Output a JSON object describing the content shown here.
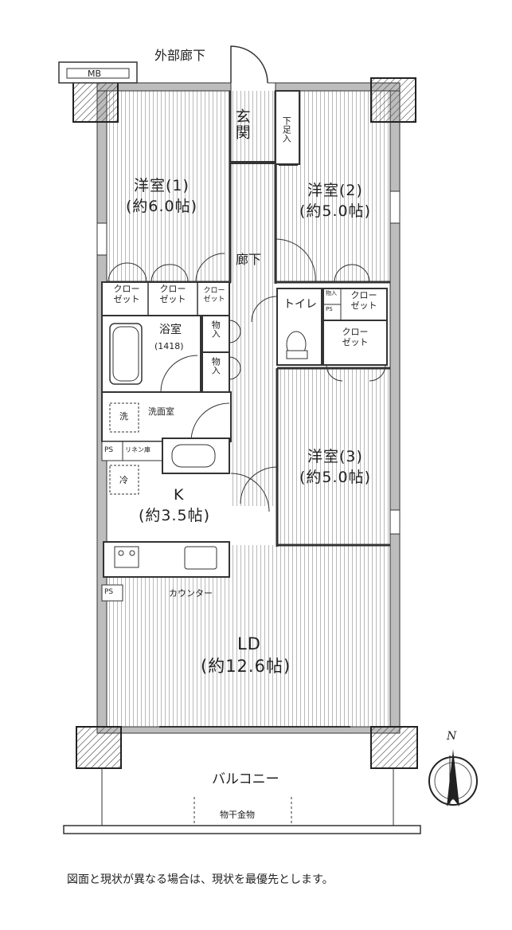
{
  "top": {
    "corridor": "外部廊下",
    "mb": "MB"
  },
  "rooms": {
    "entrance": "玄関",
    "shoe_storage": "下足入",
    "western1": {
      "name": "洋室(1)",
      "size": "(約6.0帖)"
    },
    "western2": {
      "name": "洋室(2)",
      "size": "(約5.0帖)"
    },
    "western3": {
      "name": "洋室(3)",
      "size": "(約5.0帖)"
    },
    "hallway": "廊下",
    "toilet": "トイレ",
    "bath": {
      "name": "浴室",
      "size": "(1418)"
    },
    "storage_a": "物入",
    "storage_b": "物入",
    "washroom": "洗面室",
    "washer": "洗",
    "kitchen": {
      "name": "K",
      "size": "(約3.5帖)"
    },
    "fridge": "冷",
    "linen": "リネン庫",
    "ps_top": "PS",
    "ps_bottom": "PS",
    "counter": "カウンター",
    "ld": {
      "name": "LD",
      "size": "(約12.6帖)"
    },
    "balcony": "バルコニー",
    "drying": "物干金物",
    "small_storage": "物入",
    "small_ps": "PS"
  },
  "closets": {
    "c1": "クロー\nゼット",
    "c2": "クロー\nゼット",
    "c3": "クロー\nゼット",
    "c4": "クロー\nゼット",
    "c5": "クロー\nゼット"
  },
  "compass": {
    "north": "N"
  },
  "footer": {
    "note": "図面と現状が異なる場合は、現状を最優先とします。"
  }
}
